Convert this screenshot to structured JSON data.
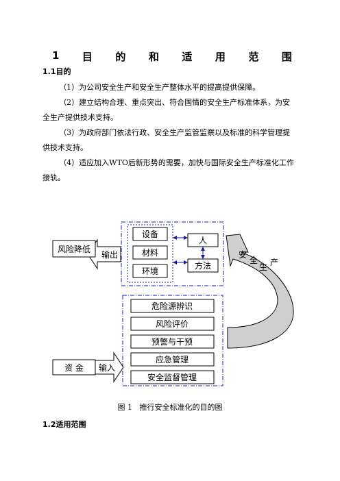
{
  "heading": {
    "number": "1",
    "chars": [
      "目",
      "的",
      "和",
      "适",
      "用",
      "范",
      "围"
    ]
  },
  "section_1_1": "1.1目的",
  "paragraphs": [
    "（1）为公司安全生产和安全生产整体水平的提高提供保障。",
    "（2）建立结构合理、重点突出、符合国情的安全生产标准体系，为安全生产提供技术支持。",
    "（3）为政府部门依法行政、安全生产监管监察以及标准的科学管理提供技术支持。",
    "（4）适应加入WTO后新形势的需要，加快与国际安全生产标准化工作接轨。"
  ],
  "figure": {
    "left_inputs": [
      "设备",
      "材料",
      "环境"
    ],
    "right_boxes": [
      "人",
      "方法"
    ],
    "risk_label": "风险降低",
    "output_label": "输出",
    "cycle_chars": [
      "安",
      "全",
      "生",
      "产"
    ],
    "process_steps": [
      "危险源辨识",
      "风险评价",
      "预警与干预",
      "应急管理",
      "安全监督管理"
    ],
    "funds_label": "资 金",
    "input_label": "输入",
    "line_color": "#1a1aa8",
    "arrow_fill": "#cfcfcf"
  },
  "caption": "图 1   推行安全标准化的目的图",
  "section_1_2": "1.2适用范围"
}
